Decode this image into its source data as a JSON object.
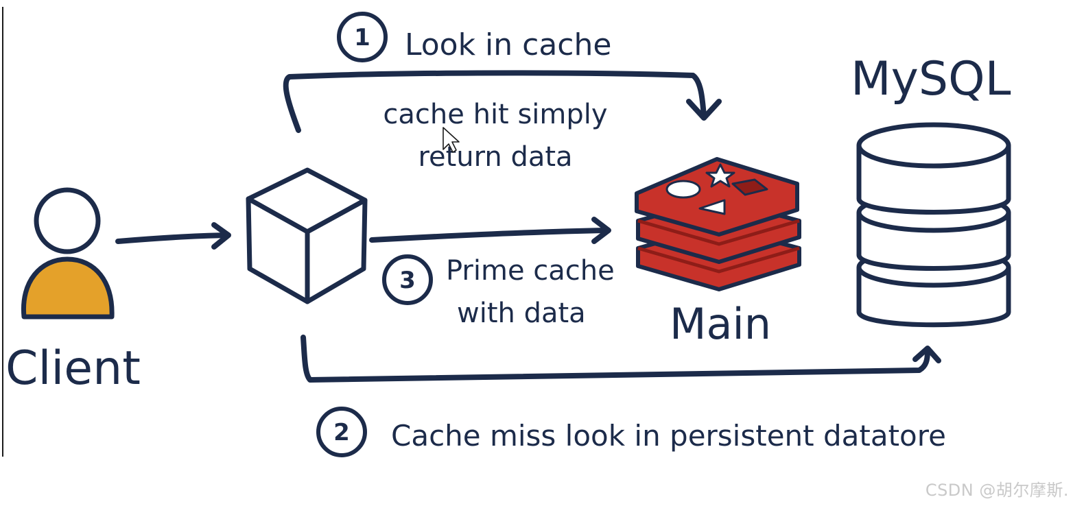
{
  "colors": {
    "ink": "#1c2b4a",
    "client_body": "#e4a12a",
    "redis_red": "#c8322a",
    "redis_dark": "#8e1d18",
    "watermark": "#c9c9c9"
  },
  "labels": {
    "client": "Client",
    "mysql": "MySQL",
    "main": "Main"
  },
  "steps": {
    "step1": {
      "number": "1",
      "text": "Look in cache"
    },
    "step2": {
      "number": "2",
      "text": "Cache miss look in persistent datatore"
    },
    "step3": {
      "number": "3",
      "line1": "Prime cache",
      "line2": "with data"
    }
  },
  "notes": {
    "cache_hit_line1": "cache hit simply",
    "cache_hit_line2": "return data"
  },
  "watermark": "CSDN @胡尔摩斯."
}
